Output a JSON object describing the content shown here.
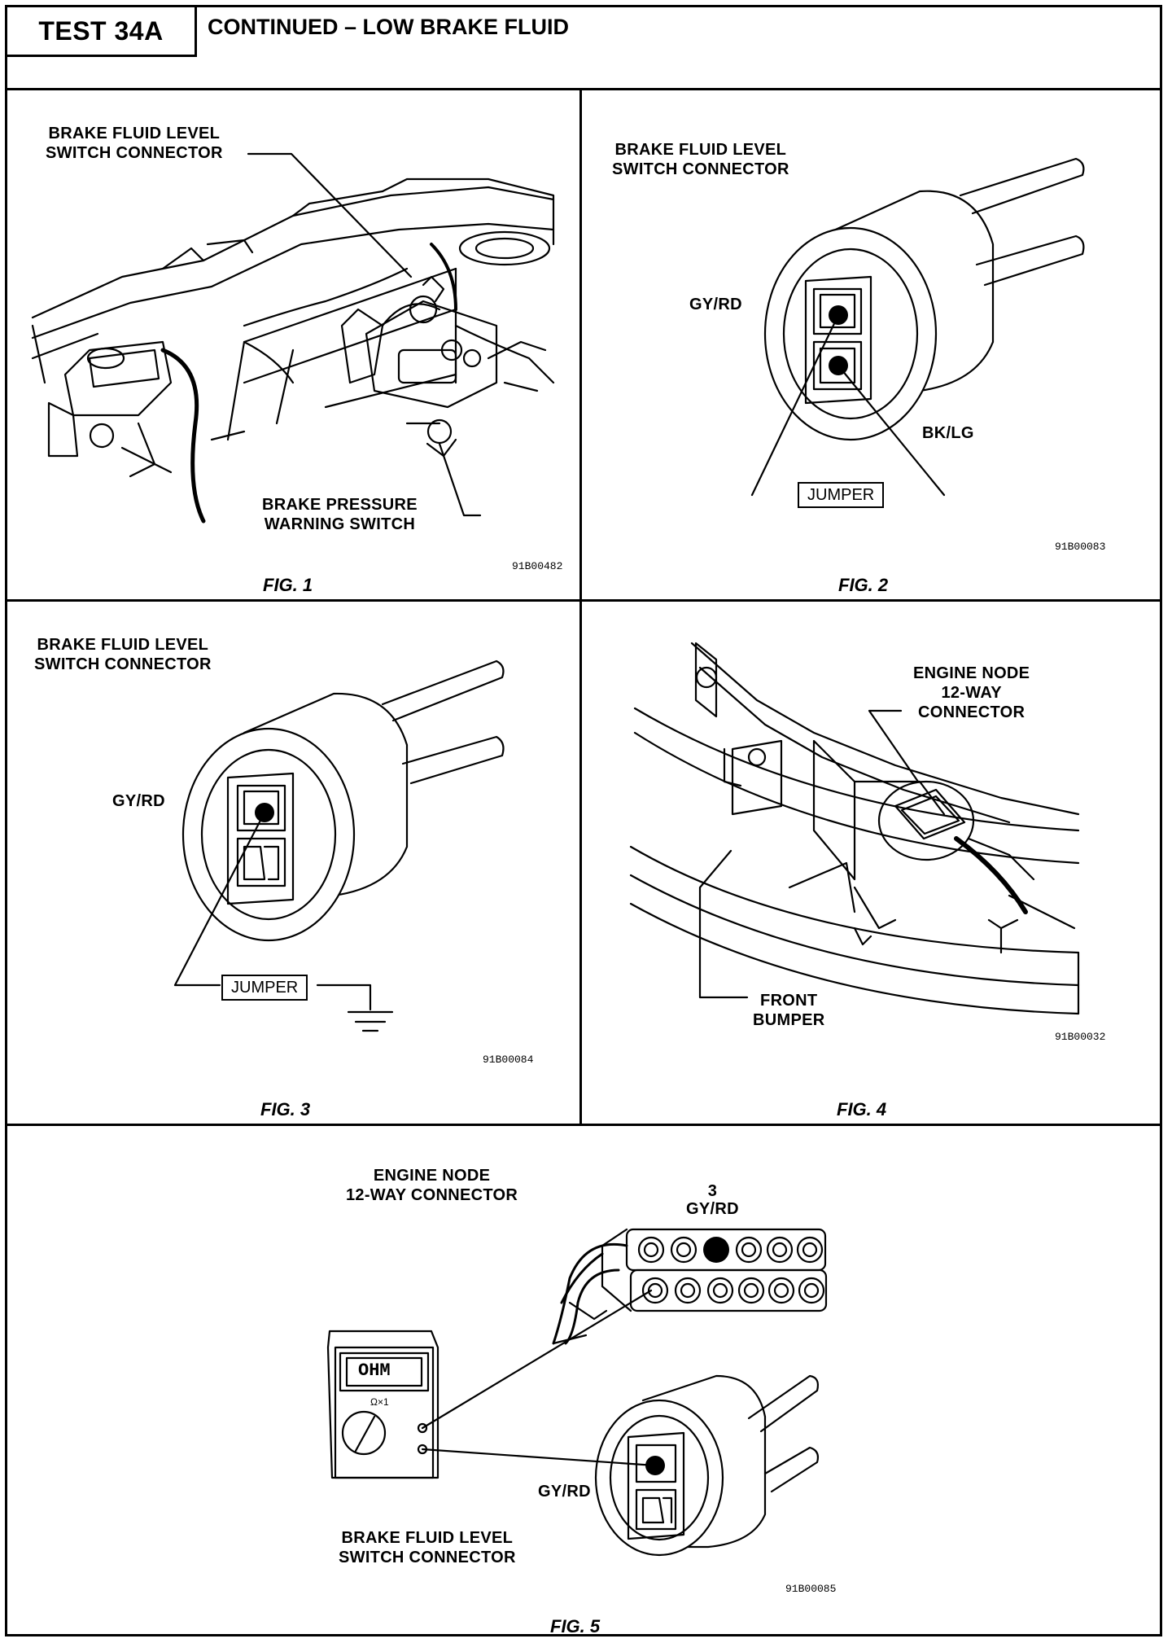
{
  "header": {
    "test_label": "TEST 34A",
    "title": "CONTINUED – LOW BRAKE FLUID"
  },
  "fig1": {
    "label_connector": "BRAKE FLUID LEVEL\nSWITCH CONNECTOR",
    "label_switch": "BRAKE PRESSURE\nWARNING SWITCH",
    "code": "91B00482",
    "caption": "FIG. 1"
  },
  "fig2": {
    "label_connector": "BRAKE FLUID LEVEL\nSWITCH CONNECTOR",
    "wire_gy_rd": "GY/RD",
    "wire_bk_lg": "BK/LG",
    "jumper": "JUMPER",
    "code": "91B00083",
    "caption": "FIG. 2"
  },
  "fig3": {
    "label_connector": "BRAKE FLUID LEVEL\nSWITCH CONNECTOR",
    "wire_gy_rd": "GY/RD",
    "jumper": "JUMPER",
    "code": "91B00084",
    "caption": "FIG. 3"
  },
  "fig4": {
    "label_connector": "ENGINE NODE\n12-WAY\nCONNECTOR",
    "label_bumper": "FRONT\nBUMPER",
    "code": "91B00032",
    "caption": "FIG. 4"
  },
  "fig5": {
    "label_node": "ENGINE NODE\n12-WAY CONNECTOR",
    "pin_label": "3\nGY/RD",
    "meter_display": "OHM",
    "meter_range": "Ω×1",
    "wire_gy_rd": "GY/RD",
    "label_switch": "BRAKE FLUID LEVEL\nSWITCH CONNECTOR",
    "code": "91B00085",
    "caption": "FIG. 5"
  }
}
